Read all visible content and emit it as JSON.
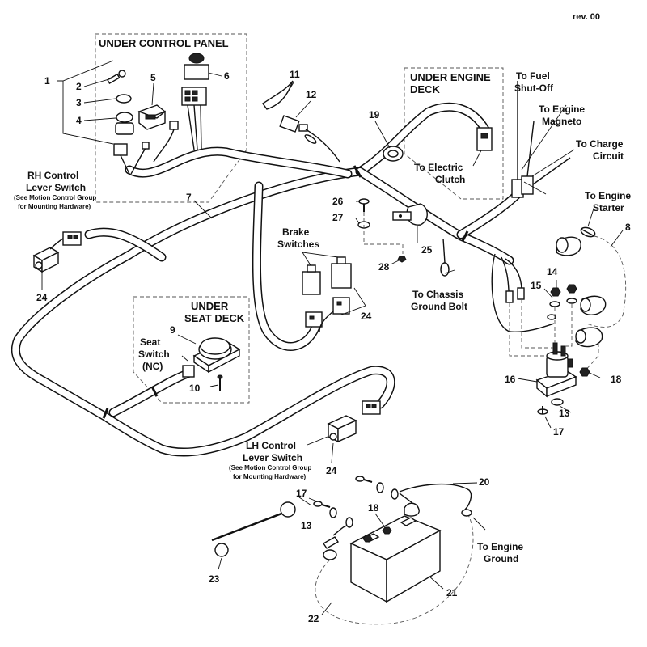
{
  "revision": "rev. 00",
  "sections": {
    "control_panel": "UNDER CONTROL PANEL",
    "engine_deck_1": "UNDER ENGINE",
    "engine_deck_2": "DECK",
    "seat_deck_1": "UNDER",
    "seat_deck_2": "SEAT DECK"
  },
  "labels": {
    "fuel_1": "To Fuel",
    "fuel_2": "Shut-Off",
    "magneto_1": "To Engine",
    "magneto_2": "Magneto",
    "charge_1": "To Charge",
    "charge_2": "Circuit",
    "starter_1": "To Engine",
    "starter_2": "Starter",
    "clutch_1": "To Electric",
    "clutch_2": "Clutch",
    "chassis_1": "To Chassis",
    "chassis_2": "Ground Bolt",
    "brake_1": "Brake",
    "brake_2": "Switches",
    "rh_1": "RH Control",
    "rh_2": "Lever Switch",
    "rh_note_1": "(See Motion Control Group",
    "rh_note_2": "for Mounting Hardware)",
    "lh_1": "LH Control",
    "lh_2": "Lever Switch",
    "lh_note_1": "(See Motion Control Group",
    "lh_note_2": "for Mounting Hardware)",
    "seat_1": "Seat",
    "seat_2": "Switch",
    "seat_3": "(NC)",
    "ground_1": "To Engine",
    "ground_2": "Ground"
  },
  "callouts": {
    "c1": "1",
    "c2": "2",
    "c3": "3",
    "c4": "4",
    "c5": "5",
    "c6": "6",
    "c7": "7",
    "c8": "8",
    "c9": "9",
    "c10": "10",
    "c11": "11",
    "c12": "12",
    "c13a": "13",
    "c13b": "13",
    "c14": "14",
    "c15": "15",
    "c16": "16",
    "c17a": "17",
    "c17b": "17",
    "c18a": "18",
    "c18b": "18",
    "c19": "19",
    "c20": "20",
    "c21": "21",
    "c22": "22",
    "c23": "23",
    "c24a": "24",
    "c24b": "24",
    "c24c": "24",
    "c25": "25",
    "c26": "26",
    "c27": "27",
    "c28": "28"
  }
}
